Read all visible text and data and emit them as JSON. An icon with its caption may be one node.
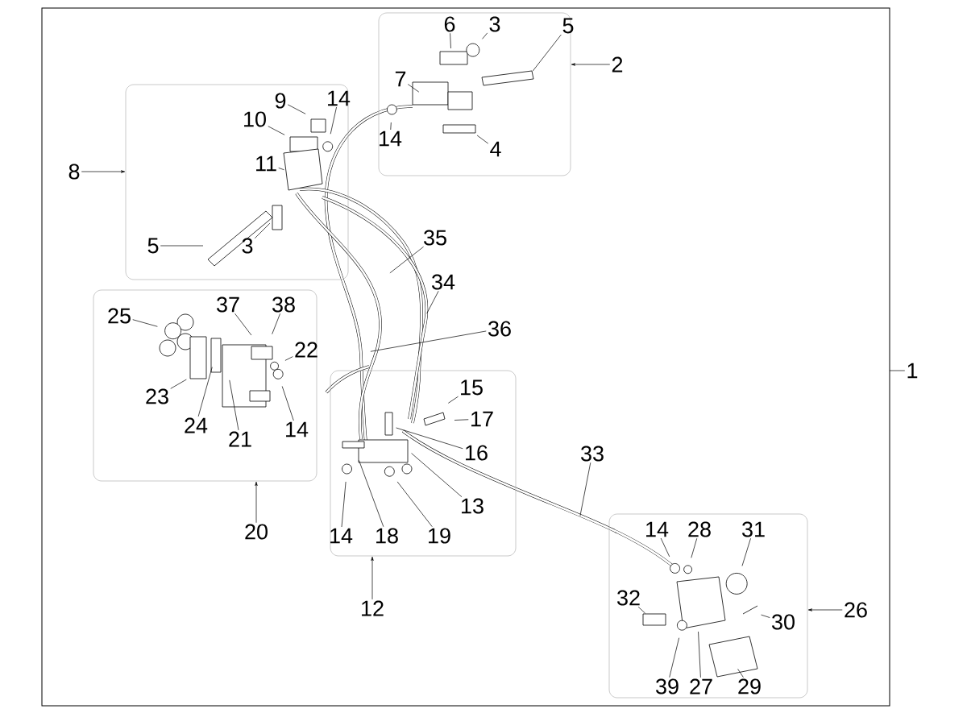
{
  "diagram": {
    "nodes": [
      {
        "text": [],
        "shape": "box"
      },
      {
        "text": [],
        "shape": "box",
        "in": 0
      },
      {
        "text": [],
        "shape": "box",
        "in": 0
      },
      {
        "text": [],
        "shape": "box",
        "in": 0
      },
      {
        "text": [],
        "shape": "box",
        "in": 0
      },
      {
        "text": [],
        "shape": "box",
        "in": 0
      },
      {
        "text": [
          "1"
        ]
      },
      {
        "text": [
          "2"
        ],
        "in": 0
      },
      {
        "text": [
          "6"
        ],
        "in": 1
      },
      {
        "text": [
          "3"
        ],
        "in": 1
      },
      {
        "text": [
          "5"
        ],
        "in": 1
      },
      {
        "text": [
          "7"
        ],
        "in": 1
      },
      {
        "text": [
          "14"
        ],
        "in": 1
      },
      {
        "text": [
          "4"
        ],
        "in": 1
      },
      {
        "text": [
          "8"
        ],
        "in": 0
      },
      {
        "text": [
          "9"
        ],
        "in": 2
      },
      {
        "text": [
          "14"
        ],
        "in": 2
      },
      {
        "text": [
          "10"
        ],
        "in": 2
      },
      {
        "text": [
          "11"
        ],
        "in": 2
      },
      {
        "text": [
          "5"
        ],
        "in": 2
      },
      {
        "text": [
          "3"
        ],
        "in": 2
      },
      {
        "text": [
          "35"
        ],
        "in": 0
      },
      {
        "text": [
          "34"
        ],
        "in": 0
      },
      {
        "text": [
          "25"
        ],
        "in": 3
      },
      {
        "text": [
          "37"
        ],
        "in": 3
      },
      {
        "text": [
          "38"
        ],
        "in": 3
      },
      {
        "text": [
          "22"
        ],
        "in": 3
      },
      {
        "text": [
          "36"
        ],
        "in": 0
      },
      {
        "text": [
          "23"
        ],
        "in": 3
      },
      {
        "text": [
          "24"
        ],
        "in": 3
      },
      {
        "text": [
          "21"
        ],
        "in": 3
      },
      {
        "text": [
          "14"
        ],
        "in": 3
      },
      {
        "text": [
          "15"
        ],
        "in": 4
      },
      {
        "text": [
          "17"
        ],
        "in": 4
      },
      {
        "text": [
          "16"
        ],
        "in": 4
      },
      {
        "text": [
          "33"
        ],
        "in": 0
      },
      {
        "text": [
          "13"
        ],
        "in": 4
      },
      {
        "text": [
          "20"
        ],
        "in": 0
      },
      {
        "text": [
          "14"
        ],
        "in": 4
      },
      {
        "text": [
          "18"
        ],
        "in": 4
      },
      {
        "text": [
          "19"
        ],
        "in": 4
      },
      {
        "text": [
          "14"
        ],
        "in": 5
      },
      {
        "text": [
          "28"
        ],
        "in": 5
      },
      {
        "text": [
          "31"
        ],
        "in": 5
      },
      {
        "text": [
          "12"
        ],
        "in": 0
      },
      {
        "text": [
          "32"
        ],
        "in": 5
      },
      {
        "text": [
          "26"
        ],
        "in": 0
      },
      {
        "text": [
          "30"
        ],
        "in": 5
      },
      {
        "text": [
          "39"
        ],
        "in": 5
      },
      {
        "text": [
          "27"
        ],
        "in": 5
      },
      {
        "text": [
          "29"
        ],
        "in": 5
      }
    ],
    "edges": [
      {
        "from": 6,
        "to": 0,
        "arrow": "none"
      },
      {
        "from": 7,
        "to": 1,
        "arrow": "to"
      },
      {
        "from": 8,
        "to": null,
        "arrow": "none"
      },
      {
        "from": 9,
        "to": null,
        "arrow": "none"
      },
      {
        "from": 10,
        "to": null,
        "arrow": "none"
      },
      {
        "from": 11,
        "to": null,
        "arrow": "none"
      },
      {
        "from": 12,
        "to": null,
        "arrow": "none"
      },
      {
        "from": 13,
        "to": null,
        "arrow": "none"
      },
      {
        "from": 14,
        "to": 2,
        "arrow": "to"
      },
      {
        "from": 15,
        "to": null,
        "arrow": "none"
      },
      {
        "from": 16,
        "to": null,
        "arrow": "none"
      },
      {
        "from": 17,
        "to": null,
        "arrow": "none"
      },
      {
        "from": 18,
        "to": null,
        "arrow": "none"
      },
      {
        "from": 19,
        "to": null,
        "arrow": "none"
      },
      {
        "from": 20,
        "to": null,
        "arrow": "none"
      },
      {
        "from": 21,
        "to": null,
        "arrow": "none"
      },
      {
        "from": 22,
        "to": null,
        "arrow": "none"
      },
      {
        "from": 23,
        "to": null,
        "arrow": "none"
      },
      {
        "from": 24,
        "to": null,
        "arrow": "none"
      },
      {
        "from": 25,
        "to": null,
        "arrow": "none"
      },
      {
        "from": 26,
        "to": null,
        "arrow": "none"
      },
      {
        "from": 27,
        "to": null,
        "arrow": "none"
      },
      {
        "from": 28,
        "to": null,
        "arrow": "none"
      },
      {
        "from": 29,
        "to": null,
        "arrow": "none"
      },
      {
        "from": 30,
        "to": null,
        "arrow": "none"
      },
      {
        "from": 31,
        "to": null,
        "arrow": "none"
      },
      {
        "from": 32,
        "to": null,
        "arrow": "none"
      },
      {
        "from": 33,
        "to": null,
        "arrow": "none"
      },
      {
        "from": 34,
        "to": null,
        "arrow": "none"
      },
      {
        "from": 35,
        "to": null,
        "arrow": "none"
      },
      {
        "from": 36,
        "to": null,
        "arrow": "none"
      },
      {
        "from": 37,
        "to": 3,
        "arrow": "to"
      },
      {
        "from": 38,
        "to": null,
        "arrow": "none"
      },
      {
        "from": 39,
        "to": null,
        "arrow": "none"
      },
      {
        "from": 40,
        "to": null,
        "arrow": "none"
      },
      {
        "from": 41,
        "to": null,
        "arrow": "none"
      },
      {
        "from": 42,
        "to": null,
        "arrow": "none"
      },
      {
        "from": 43,
        "to": null,
        "arrow": "none"
      },
      {
        "from": 44,
        "to": 4,
        "arrow": "to"
      },
      {
        "from": 45,
        "to": null,
        "arrow": "none"
      },
      {
        "from": 46,
        "to": 5,
        "arrow": "to"
      },
      {
        "from": 47,
        "to": null,
        "arrow": "none"
      },
      {
        "from": 48,
        "to": null,
        "arrow": "none"
      },
      {
        "from": 49,
        "to": null,
        "arrow": "none"
      },
      {
        "from": 50,
        "to": null,
        "arrow": "none"
      }
    ]
  }
}
